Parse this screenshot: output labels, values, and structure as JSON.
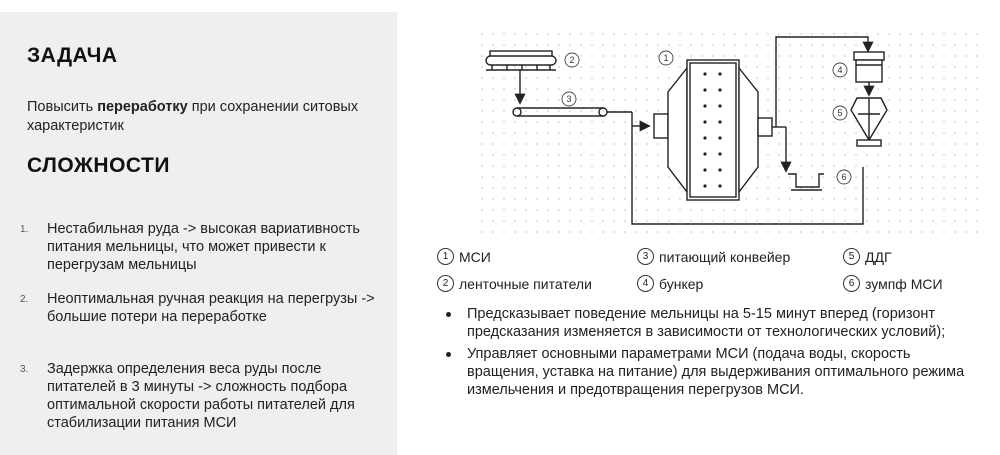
{
  "task": {
    "heading": "ЗАДАЧА",
    "text_before": "Повысить ",
    "text_emphasis": "переработку",
    "text_after": " при сохранении ситовых характеристик"
  },
  "difficulties": {
    "heading": "СЛОЖНОСТИ",
    "items": [
      {
        "num": "1.",
        "text": "Нестабильная руда -> высокая вариативность питания мельницы, что может привести к перегрузам мельницы"
      },
      {
        "num": "2.",
        "text": "Неоптимальная ручная реакция на перегрузы -> большие потери на переработке"
      },
      {
        "num": "3.",
        "text": "Задержка определения веса руды после питателей в 3 минуты -> сложность подбора оптимальной скорости работы питателей для стабилизации питания МСИ"
      }
    ]
  },
  "diagram": {
    "callouts": [
      "1",
      "2",
      "3",
      "4",
      "5",
      "6"
    ]
  },
  "legend": [
    {
      "num": "1",
      "label": "МСИ"
    },
    {
      "num": "3",
      "label": "питающий конвейер"
    },
    {
      "num": "5",
      "label": "ДДГ"
    },
    {
      "num": "2",
      "label": "ленточные питатели"
    },
    {
      "num": "4",
      "label": "бункер"
    },
    {
      "num": "6",
      "label": "зумпф МСИ"
    }
  ],
  "bullets": [
    "Предсказывает поведение мельницы на 5-15 минут вперед (горизонт предсказания изменяется в зависимости от технологических условий);",
    "Управляет основными параметрами МСИ (подача воды, скорость вращения, уставка на питание) для выдерживания оптимального режима измельчения и предотвращения перегрузов МСИ."
  ],
  "colors": {
    "panel": "#efefef",
    "text": "#1a1a1a",
    "line": "#222222",
    "dots": "#cfcfcf"
  }
}
